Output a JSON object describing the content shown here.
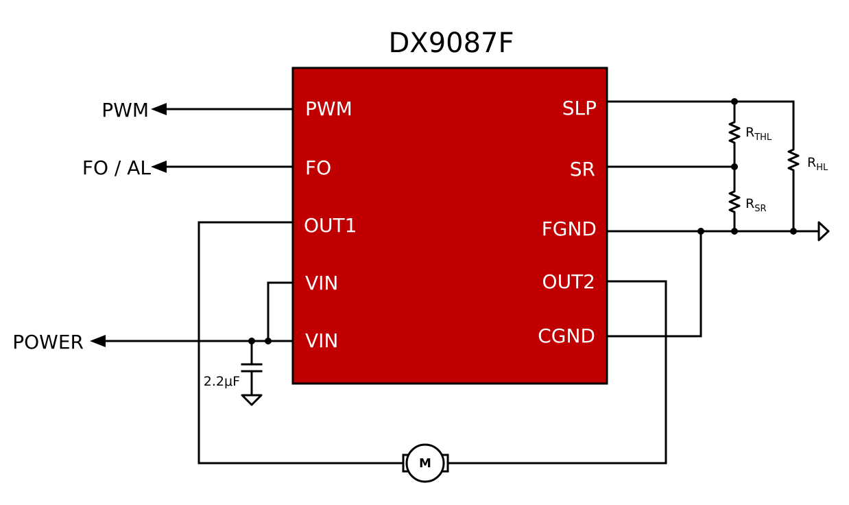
{
  "chip": {
    "title": "DX9087F",
    "body_color": "#c00000",
    "pin_text_color": "#ffffff",
    "left_pins": [
      "PWM",
      "FO",
      "OUT1",
      "VIN",
      "VIN"
    ],
    "right_pins": [
      "SLP",
      "SR",
      "FGND",
      "OUT2",
      "CGND"
    ]
  },
  "signals": {
    "pwm": "PWM",
    "fo_al": "FO / AL",
    "power": "POWER"
  },
  "components": {
    "capacitor_value": "2.2μF",
    "motor_label": "M",
    "r_thl": {
      "main": "R",
      "sub": "THL"
    },
    "r_sr": {
      "main": "R",
      "sub": "SR"
    },
    "r_hl": {
      "main": "R",
      "sub": "HL"
    }
  },
  "icons": {
    "output_arrow": "arrow-left-icon",
    "ground": "ground-icon",
    "motor": "motor-icon"
  }
}
